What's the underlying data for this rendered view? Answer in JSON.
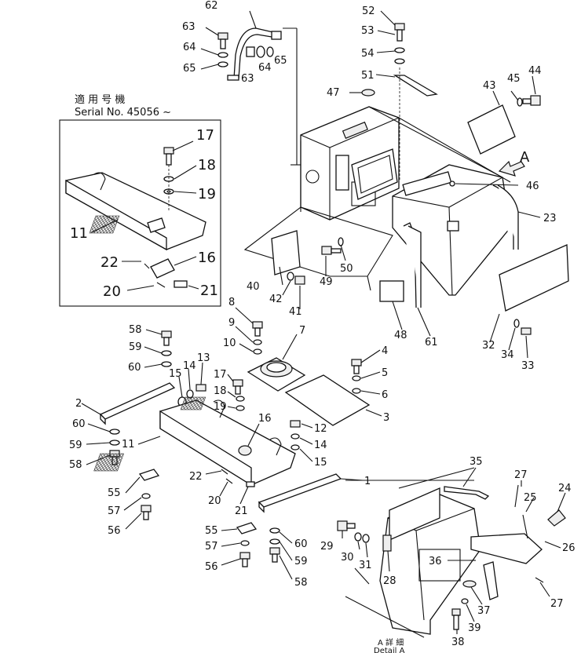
{
  "inset": {
    "title_jp": "適 用 号 機",
    "serial": "Serial No. 45056 ~"
  },
  "detail": {
    "label_jp": "A 詳 細",
    "label_en": "Detail A"
  },
  "view_arrow": "A",
  "callouts": {
    "c1": "1",
    "c2": "2",
    "c3": "3",
    "c4": "4",
    "c5": "5",
    "c6": "6",
    "c7": "7",
    "c8": "8",
    "c9": "9",
    "c10": "10",
    "c11": "11",
    "c12": "12",
    "c13": "13",
    "c14": "14",
    "c15": "15",
    "c16": "16",
    "c17": "17",
    "c18": "18",
    "c19": "19",
    "c20": "20",
    "c21": "21",
    "c22": "22",
    "c23": "23",
    "c24": "24",
    "c25": "25",
    "c26": "26",
    "c27": "27",
    "c28": "28",
    "c29": "29",
    "c30": "30",
    "c31": "31",
    "c32": "32",
    "c33": "33",
    "c34": "34",
    "c35": "35",
    "c36": "36",
    "c37": "37",
    "c38": "38",
    "c39": "39",
    "c40": "40",
    "c41": "41",
    "c42": "42",
    "c43": "43",
    "c44": "44",
    "c45": "45",
    "c46": "46",
    "c47": "47",
    "c48": "48",
    "c49": "49",
    "c50": "50",
    "c51": "51",
    "c52": "52",
    "c53": "53",
    "c54": "54",
    "c55": "55",
    "c56": "56",
    "c57": "57",
    "c58": "58",
    "c59": "59",
    "c60": "60",
    "c61": "61",
    "c62": "62",
    "c63": "63",
    "c64": "64",
    "c65": "65"
  }
}
